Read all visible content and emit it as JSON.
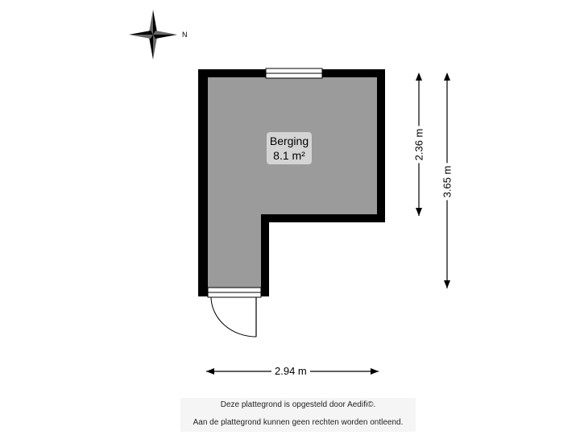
{
  "room": {
    "name": "Berging",
    "area": "8.1 m²"
  },
  "dimensions": {
    "width": "2.94 m",
    "upper_height": "2.36 m",
    "total_height": "3.65 m"
  },
  "compass": {
    "north_label": "N"
  },
  "footer": {
    "line1": "Deze plattegrond is opgesteld door Aedifi©.",
    "line2": "Aan de plattegrond kunnen geen rechten worden ontleend."
  },
  "colors": {
    "wall": "#000000",
    "floor": "#9b9b9b",
    "label_bg": "#d4d4d4"
  }
}
